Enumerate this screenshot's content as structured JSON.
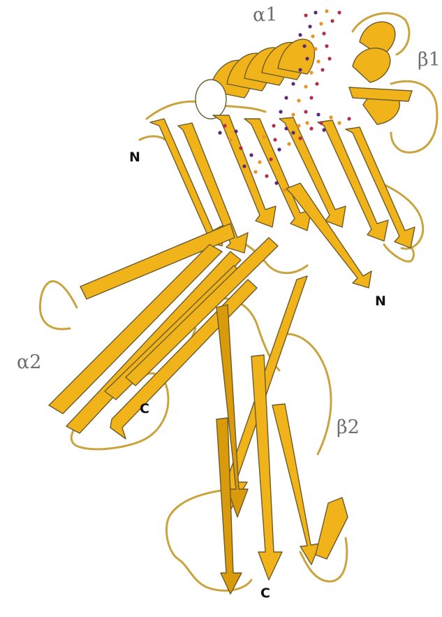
{
  "labels": {
    "alpha1": "α1",
    "beta1": "β1",
    "alpha2": "α2",
    "beta2": "β2",
    "n_terminus_left": "N",
    "n_terminus_right": "N",
    "c_terminus_middle": "C",
    "c_terminus_bottom": "C"
  },
  "colors": {
    "strand": "#f0b41a",
    "strand_shade": "#d99a0c",
    "outline": "#6b5a2a",
    "coil": "#c9a43e",
    "ligand_red": "#b0304a",
    "ligand_purple": "#5a2a7a",
    "ligand_orange": "#e8942a",
    "label_grey": "#6e6e6e"
  }
}
